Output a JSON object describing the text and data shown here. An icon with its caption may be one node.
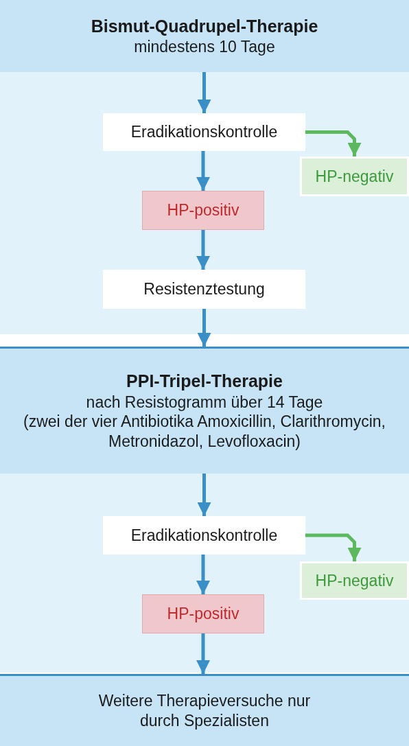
{
  "diagram": {
    "nodes": [
      {
        "text": [
          "Bismut-Quadrupel-Therapie",
          "mindestens 10 Tage"
        ]
      },
      {
        "text": [
          "Eradikationskontrolle"
        ]
      },
      {
        "text": [
          "HP-negativ"
        ]
      },
      {
        "text": [
          "HP-positiv"
        ]
      },
      {
        "text": [
          "Resistenztestung"
        ]
      },
      {
        "text": [
          "PPI-Tripel-Therapie",
          "nach Resistogramm über 14 Tage",
          "(zwei der vier Antibiotika Amoxicillin, Clarithromycin, Metronidazol, Levofloxacin)"
        ]
      },
      {
        "text": [
          "Eradikationskontrolle"
        ]
      },
      {
        "text": [
          "HP-negativ"
        ]
      },
      {
        "text": [
          "HP-positiv"
        ]
      },
      {
        "text": [
          "Weitere Therapieversuche nur durch Spezialisten"
        ]
      }
    ],
    "edges": [
      {
        "from": 0,
        "to": 1,
        "arrow": "to"
      },
      {
        "from": 1,
        "to": 2,
        "arrow": "to",
        "color": "#5cb85c"
      },
      {
        "from": 1,
        "to": 3,
        "arrow": "to"
      },
      {
        "from": 3,
        "to": 4,
        "arrow": "to"
      },
      {
        "from": 4,
        "to": 5,
        "arrow": "to"
      },
      {
        "from": 5,
        "to": 6,
        "arrow": "to"
      },
      {
        "from": 6,
        "to": 7,
        "arrow": "to",
        "color": "#5cb85c"
      },
      {
        "from": 6,
        "to": 8,
        "arrow": "to"
      },
      {
        "from": 8,
        "to": 9,
        "arrow": "to"
      }
    ]
  }
}
